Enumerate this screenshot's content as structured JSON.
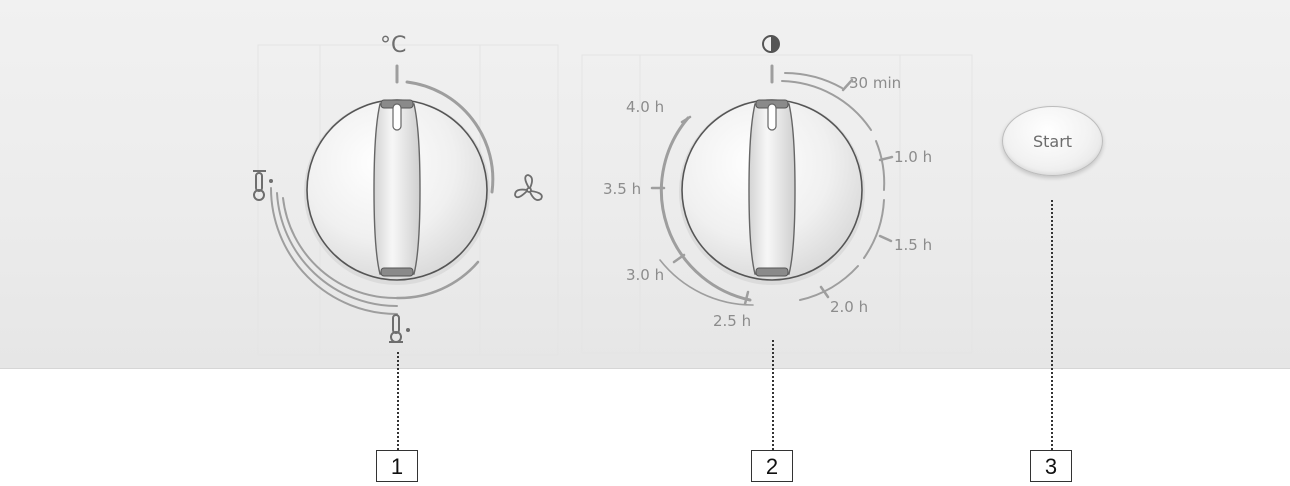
{
  "oven_function_knob": {
    "top_symbol": "°C",
    "icons": [
      "thermometer-top-heat-icon",
      "fan-icon",
      "thermometer-bottom-heat-icon"
    ]
  },
  "timer_knob": {
    "top_icon": "half-circle-icon",
    "marks": [
      "30 min",
      "1.0 h",
      "1.5 h",
      "2.0 h",
      "2.5 h",
      "3.0 h",
      "3.5 h",
      "4.0 h"
    ]
  },
  "start_button": {
    "label": "Start"
  },
  "callouts": [
    "1",
    "2",
    "3"
  ],
  "colors": {
    "panel": "#ececec",
    "scale": "#9e9e9e",
    "text": "#8c8c8c",
    "callout": "#333333"
  }
}
